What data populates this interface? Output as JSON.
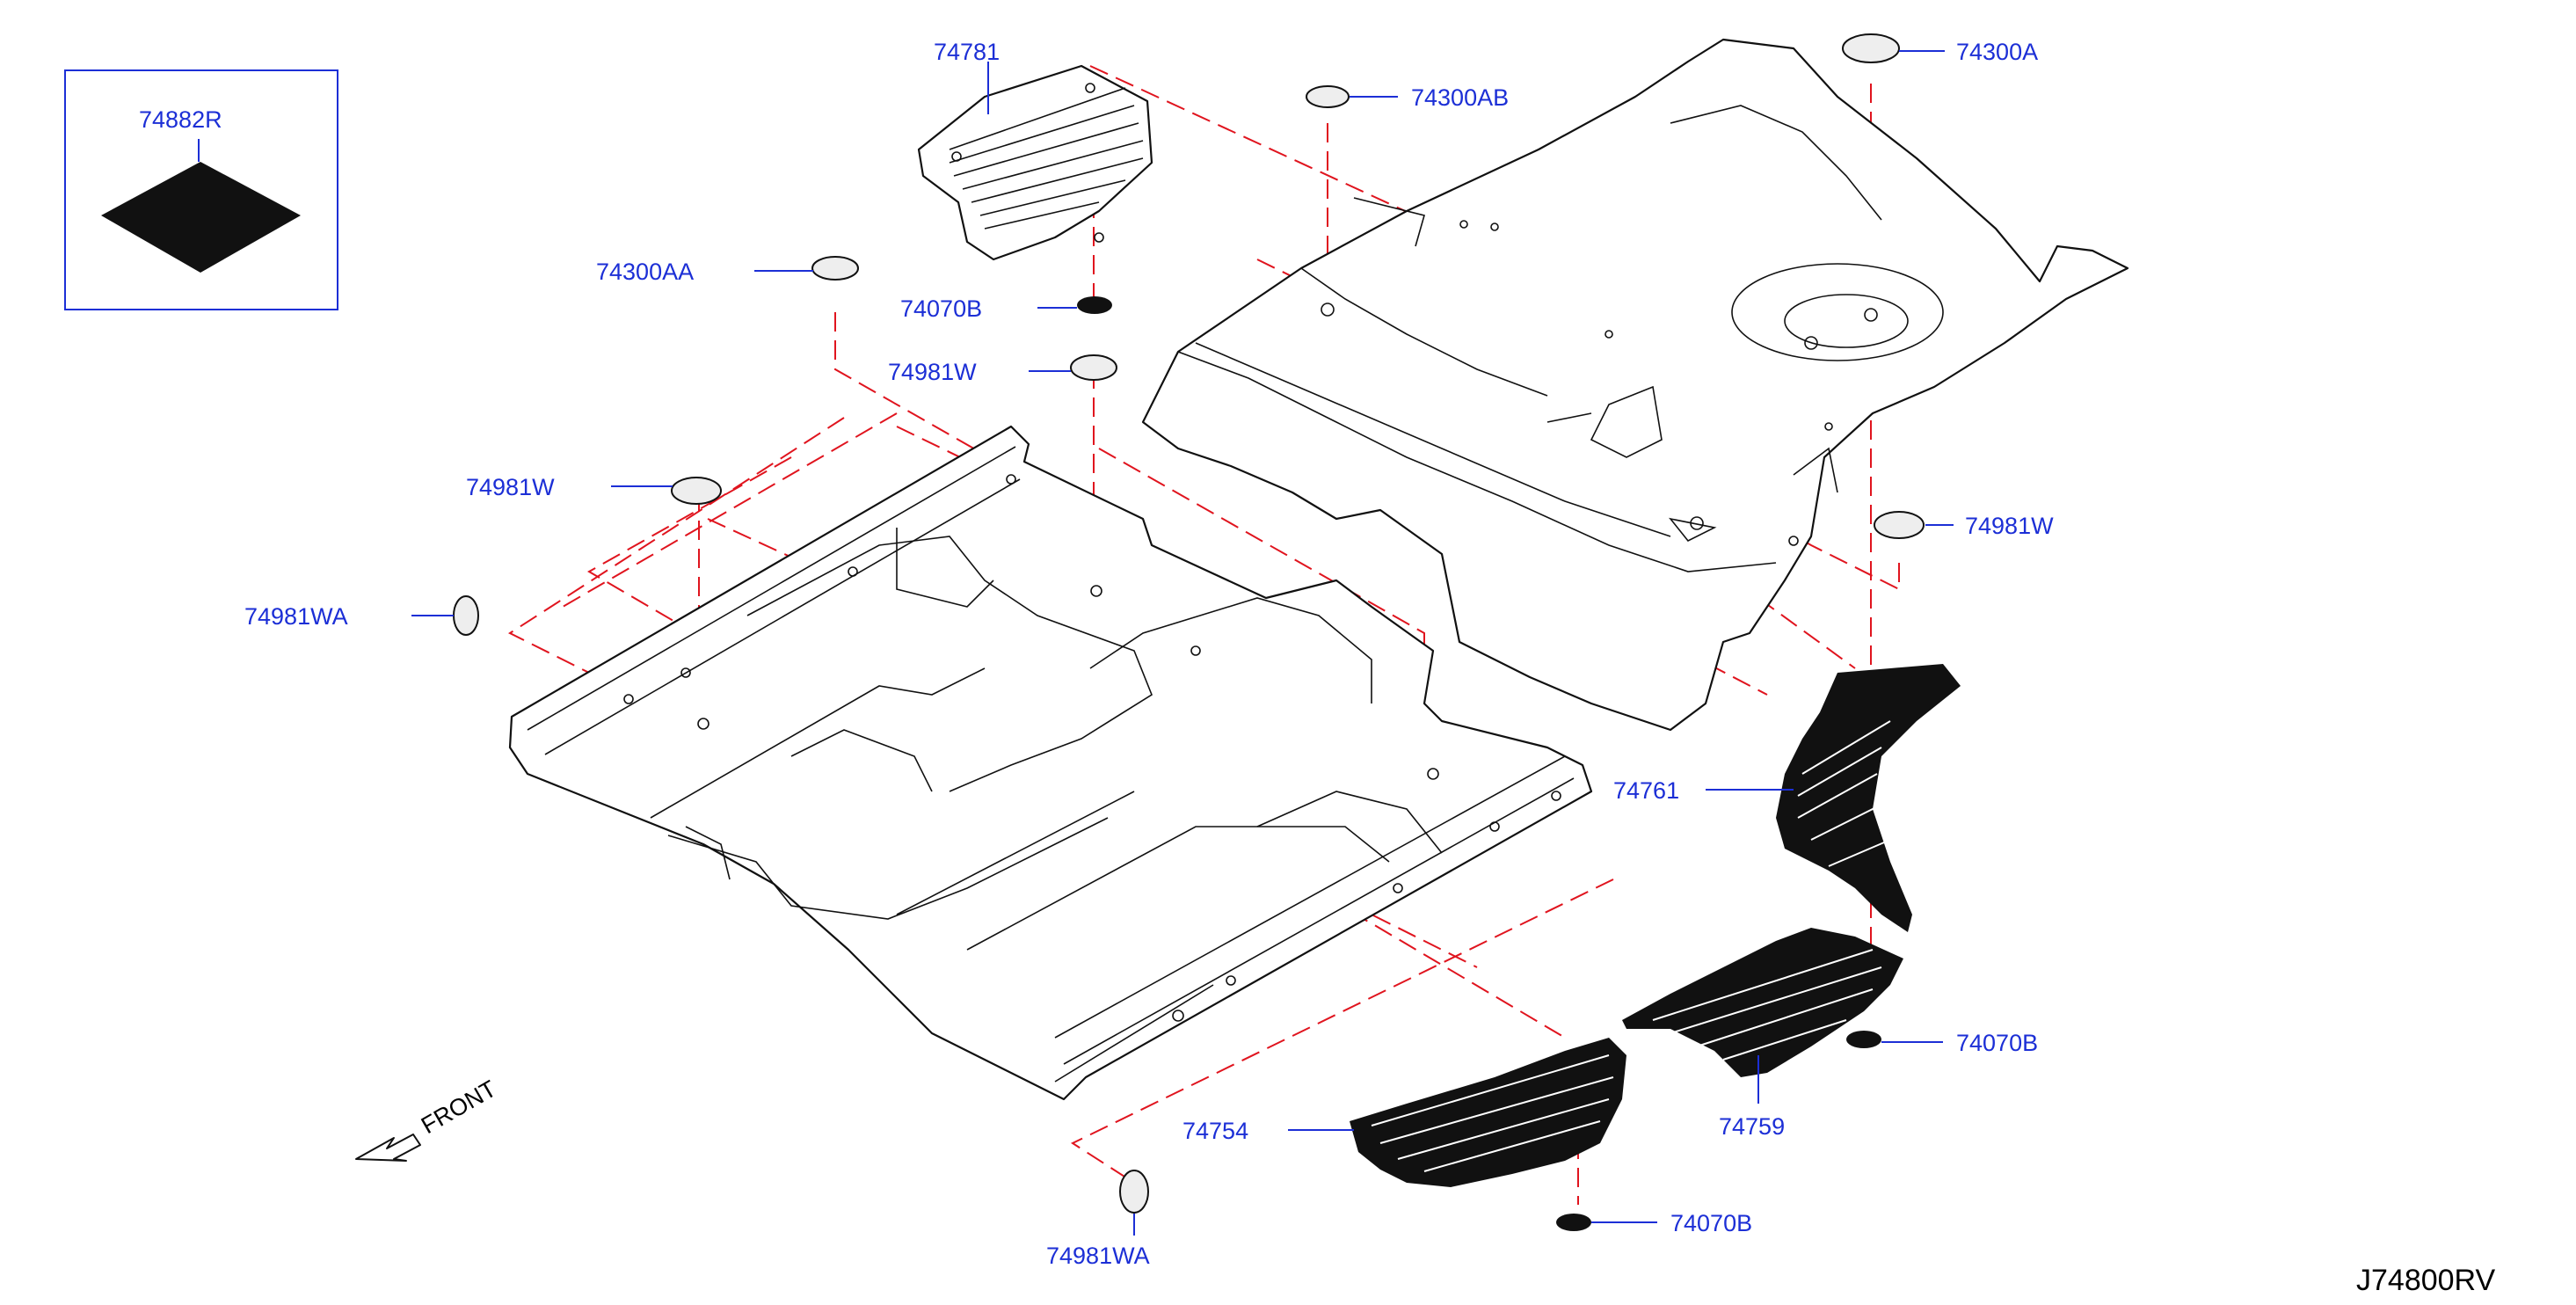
{
  "inset": {
    "part_number": "74882R"
  },
  "callouts": [
    {
      "id": "74781",
      "text": "74781"
    },
    {
      "id": "74300AB",
      "text": "74300AB"
    },
    {
      "id": "74300A",
      "text": "74300A"
    },
    {
      "id": "74300AA",
      "text": "74300AA"
    },
    {
      "id": "74070B_top",
      "text": "74070B"
    },
    {
      "id": "74981W_center",
      "text": "74981W"
    },
    {
      "id": "74981W_left",
      "text": "74981W"
    },
    {
      "id": "74981W_right",
      "text": "74981W"
    },
    {
      "id": "74981WA_left",
      "text": "74981WA"
    },
    {
      "id": "74981WA_bottom",
      "text": "74981WA"
    },
    {
      "id": "74761",
      "text": "74761"
    },
    {
      "id": "74070B_right",
      "text": "74070B"
    },
    {
      "id": "74759",
      "text": "74759"
    },
    {
      "id": "74754",
      "text": "74754"
    },
    {
      "id": "74070B_bottom",
      "text": "74070B"
    }
  ],
  "direction_label": "FRONT",
  "diagram_code": "J74800RV"
}
